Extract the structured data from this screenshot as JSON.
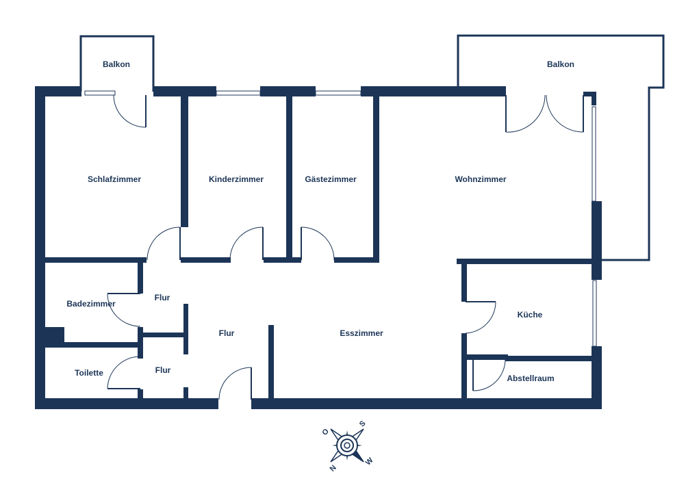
{
  "rooms": {
    "balkon_left": "Balkon",
    "balkon_right": "Balkon",
    "schlafzimmer": "Schlafzimmer",
    "kinderzimmer": "Kinderzimmer",
    "gaestezimmer": "Gästezimmer",
    "wohnzimmer": "Wohnzimmer",
    "badezimmer": "Badezimmer",
    "flur_upper": "Flur",
    "flur_center": "Flur",
    "flur_lower": "Flur",
    "esszimmer": "Esszimmer",
    "kueche": "Küche",
    "toilette": "Toilette",
    "abstellraum": "Abstellraum"
  },
  "compass": {
    "s": "S",
    "w": "W",
    "n": "N",
    "o": "O"
  },
  "colors": {
    "wall": "#1c3557",
    "background": "#ffffff"
  }
}
